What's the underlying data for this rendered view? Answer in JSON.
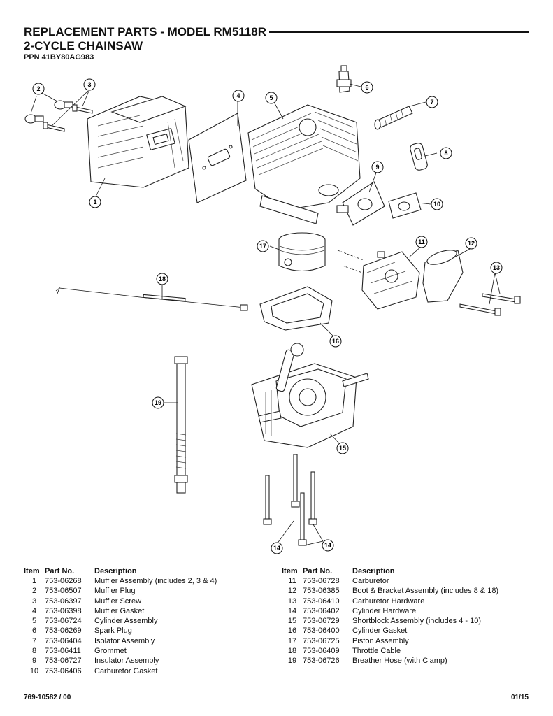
{
  "header": {
    "title": "REPLACEMENT PARTS - MODEL RM5118R",
    "subtitle": "2-CYCLE CHAINSAW",
    "ppn": "PPN 41BY80AG983"
  },
  "callouts": [
    "1",
    "2",
    "3",
    "4",
    "5",
    "6",
    "7",
    "8",
    "9",
    "10",
    "11",
    "12",
    "13",
    "14",
    "15",
    "16",
    "17",
    "18",
    "19"
  ],
  "table": {
    "headers": {
      "item": "Item",
      "part_no": "Part No.",
      "description": "Description"
    },
    "left": [
      {
        "item": "1",
        "part_no": "753-06268",
        "description": "Muffler Assembly (includes 2, 3 & 4)"
      },
      {
        "item": "2",
        "part_no": "753-06507",
        "description": "Muffler Plug"
      },
      {
        "item": "3",
        "part_no": "753-06397",
        "description": "Muffler Screw"
      },
      {
        "item": "4",
        "part_no": "753-06398",
        "description": "Muffler Gasket"
      },
      {
        "item": "5",
        "part_no": "753-06724",
        "description": "Cylinder Assembly"
      },
      {
        "item": "6",
        "part_no": "753-06269",
        "description": "Spark Plug"
      },
      {
        "item": "7",
        "part_no": "753-06404",
        "description": "Isolator Assembly"
      },
      {
        "item": "8",
        "part_no": "753-06411",
        "description": "Grommet"
      },
      {
        "item": "9",
        "part_no": "753-06727",
        "description": "Insulator Assembly"
      },
      {
        "item": "10",
        "part_no": "753-06406",
        "description": "Carburetor Gasket"
      }
    ],
    "right": [
      {
        "item": "11",
        "part_no": "753-06728",
        "description": "Carburetor"
      },
      {
        "item": "12",
        "part_no": "753-06385",
        "description": "Boot & Bracket Assembly (includes 8 & 18)"
      },
      {
        "item": "13",
        "part_no": "753-06410",
        "description": "Carburetor Hardware"
      },
      {
        "item": "14",
        "part_no": "753-06402",
        "description": "Cylinder Hardware"
      },
      {
        "item": "15",
        "part_no": "753-06729",
        "description": "Shortblock Assembly (includes 4 - 10)"
      },
      {
        "item": "16",
        "part_no": "753-06400",
        "description": "Cylinder Gasket"
      },
      {
        "item": "17",
        "part_no": "753-06725",
        "description": "Piston Assembly"
      },
      {
        "item": "18",
        "part_no": "753-06409",
        "description": "Throttle Cable"
      },
      {
        "item": "19",
        "part_no": "753-06726",
        "description": "Breather Hose (with Clamp)"
      }
    ]
  },
  "footer": {
    "doc_number": "769-10582 / 00",
    "date": "01/15"
  }
}
